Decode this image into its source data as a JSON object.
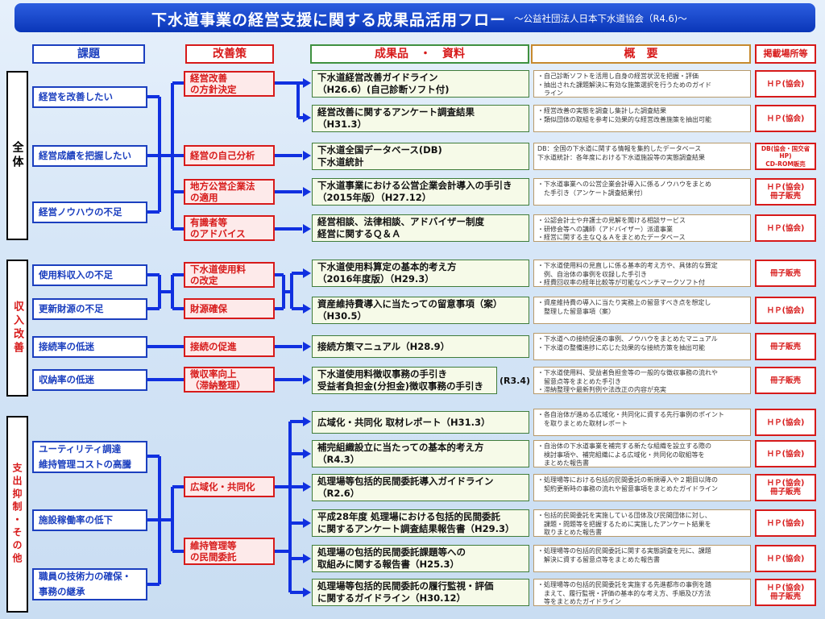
{
  "title": "下水道事業の経営支援に関する成果品活用フロー",
  "subtitle": "～公益社団法人日本下水道協会（R4.6)～",
  "headers": {
    "issues": "課題",
    "measures": "改善策",
    "deliverables": "成果品　・　資料",
    "summary": "概　要",
    "publication": "掲載場所等"
  },
  "sections": [
    {
      "label": "全体"
    },
    {
      "label": "収入改善"
    },
    {
      "label": "支出抑制・その他"
    }
  ],
  "issues": [
    "経営を改善したい",
    "経営成績を把握したい",
    "経営ノウハウの不足",
    "使用料収入の不足",
    "更新財源の不足",
    "接続率の低迷",
    "収納率の低迷",
    "ユーティリティ調達\n維持管理コストの高騰",
    "施設稼働率の低下",
    "職員の技術力の確保・\n事務の継承"
  ],
  "measures": [
    "経営改善\nの方針決定",
    "経営の自己分析",
    "地方公営企業法\nの適用",
    "有識者等\nのアドバイス",
    "下水道使用料\nの改定",
    "財源確保",
    "接続の促進",
    "徴収率向上\n（滞納整理）",
    "広域化・共同化",
    "維持管理等\nの民間委託"
  ],
  "deliverables": [
    {
      "text": "下水道経営改善ガイドライン\n（H26.6）(自己診断ソフト付)",
      "summary": "・自己診断ソフトを活用し自身の経営状況を把握・評価\n・抽出された課題解決に有効な施策選択を行うためのガイド\n　ライン",
      "pub": "ＨＰ(協会)"
    },
    {
      "text": "経営改善に関するアンケート調査結果\n（H31.3）",
      "summary": "・経営改善の実態を調査し集計した調査結果\n・類似団体の取組を参考に効果的な経営改善施策を抽出可能",
      "pub": "ＨＰ(協会)"
    },
    {
      "text": "下水道全国データベース(DB)\n下水道統計",
      "summary": "DB：全国の下水道に関する情報を集約したデータベース\n下水道統計：各年度における下水道施設等の実態調査結果",
      "pub": "DB(協会・国交省HP)\nCD-ROM販売"
    },
    {
      "text": "下水道事業における公営企業会計導入の手引き\n（2015年版）（H27.12）",
      "summary": "・下水道事業への公営企業会計導入に係るノウハウをまとめ\n　た手引き（アンケート調査結果付）",
      "pub": "ＨＰ(協会)\n冊子販売"
    },
    {
      "text": "経営相談、法律相談、アドバイザー制度\n経営に関するＱ＆Ａ",
      "summary": "・公認会計士や弁護士の見解を聞ける相談サービス\n・研修会等への講師（アドバイザー）派遣事業\n・経営に関する主なＱ＆Ａをまとめたデータベース",
      "pub": "ＨＰ(協会)"
    },
    {
      "text": "下水道使用料算定の基本的考え方\n（2016年度版）（H29.3）",
      "summary": "・下水道使用料の見直しに係る基本的考え方や、具体的な算定\n　例、自治体の事例を収録した手引き\n・経費回収率の経年比較等が可能なベンチマークソフト付",
      "pub": "冊子販売"
    },
    {
      "text": "資産維持費導入に当たっての留意事項（案）\n（H30.5）",
      "summary": "・資産維持費の導入に当たり実務上の留意すべき点を想定し\n　整理した留意事項（案）",
      "pub": "ＨＰ(協会)"
    },
    {
      "text": "接続方策マニュアル（H28.9）",
      "summary": "・下水道への接続促進の事例、ノウハウをまとめたマニュアル\n・下水道の整備進捗に応じた効果的な接続方策を抽出可能",
      "pub": "冊子販売"
    },
    {
      "text": "下水道使用料徴収事務の手引き\n受益者負担金(分担金)徴収事務の手引き",
      "summary": "・下水道使用料、受益者負担金等の一般的な徴収事務の流れや\n　留意点等をまとめた手引き\n・滞納整理や最新判例や法改正の内容が充実",
      "pub": "冊子販売"
    },
    {
      "text": "広域化・共同化 取材レポート（H31.3）",
      "summary": "・各自治体が進める広域化・共同化に資する先行事例のポイント\n　を取りまとめた取材レポート",
      "pub": "ＨＰ(協会)"
    },
    {
      "text": "補完組織設立に当たっての基本的考え方\n（R4.3）",
      "summary": "・自治体の下水道事業を補完する新たな組織を設立する際の\n　検討事項や、補完組織による広域化・共同化の取組等を\n　まとめた報告書",
      "pub": "ＨＰ(協会)"
    },
    {
      "text": "処理場等包括的民間委託導入ガイドライン\n（R2.6）",
      "summary": "・処理場等における包括的民間委託の新規導入や２期目以降の\n　契約更新時の事務の流れや留意事項をまとめたガイドライン",
      "pub": "ＨＰ(協会)\n冊子販売"
    },
    {
      "text": "平成28年度 処理場における包括的民間委託\nに関するアンケート調査結果報告書（H29.3）",
      "summary": "・包括的民間委託を実施している団体及び民間団体に対し、\n　課題・問題等を把握するために実施したアンケート結果を\n　取りまとめた報告書",
      "pub": "ＨＰ(協会)"
    },
    {
      "text": "処理場の包括的民間委託課題等への\n取組みに関する報告書（H25.3）",
      "summary": "・処理場等の包括的民間委託に関する実態調査を元に、課題\n　解決に資する留意点等をまとめた報告書",
      "pub": "ＨＰ(協会)"
    },
    {
      "text": "処理場等包括的民間委託の履行監視・評価\nに関するガイドライン（H30.12）",
      "summary": "・処理場等の包括的民間委託を実施する先進都市の事例を踏\n　まえて、履行監視・評価の基本的な考え方、手順及び方法\n　等をまとめたガイドライン",
      "pub": "ＨＰ(協会)\n冊子販売"
    }
  ],
  "year_tag": "(R3.4)",
  "colors": {
    "blue": "#1b3fbf",
    "red": "#d71a1a",
    "green": "#3f7c3a",
    "title": "#0a36b8"
  }
}
